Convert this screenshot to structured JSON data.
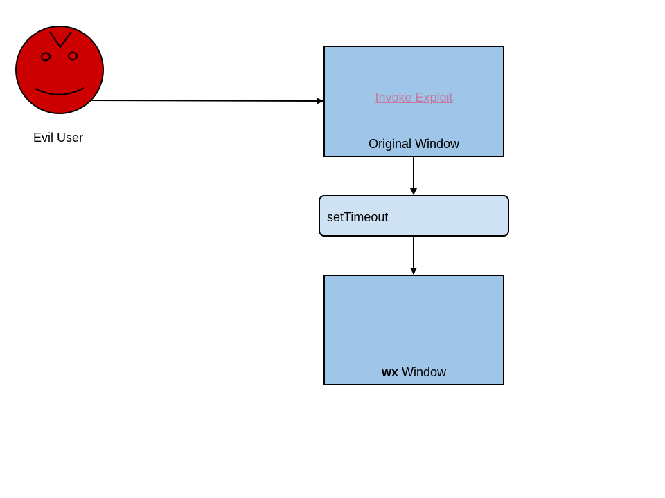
{
  "actor": {
    "label": "Evil User",
    "face_color": "#cc0000"
  },
  "original_window": {
    "link_text": "Invoke Exploit",
    "caption": "Original Window",
    "fill": "#9fc5e8"
  },
  "settimeout": {
    "label": "setTimeout",
    "fill": "#cfe2f3"
  },
  "wx_window": {
    "caption_bold": "wx",
    "caption_rest": " Window",
    "fill": "#9fc5e8"
  },
  "colors": {
    "link": "#c27ba0",
    "stroke": "#000000"
  }
}
